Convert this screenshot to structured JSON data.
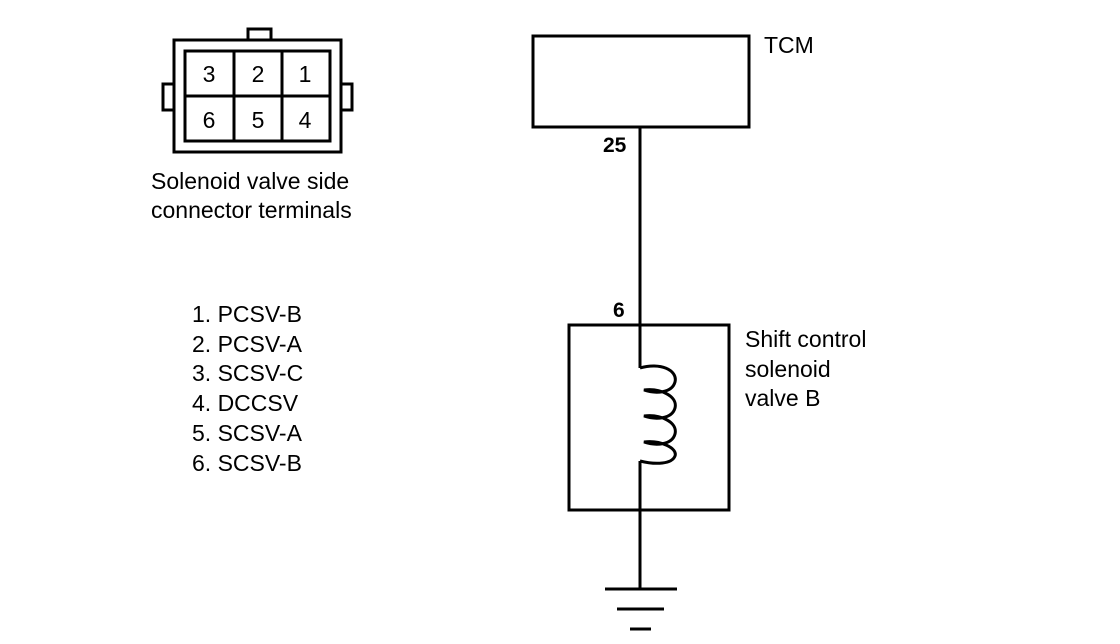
{
  "connector": {
    "pins_top": [
      "3",
      "2",
      "1"
    ],
    "pins_bottom": [
      "6",
      "5",
      "4"
    ],
    "caption_line1": "Solenoid valve side",
    "caption_line2": "connector terminals"
  },
  "legend": [
    "1. PCSV-B",
    "2. PCSV-A",
    "3. SCSV-C",
    "4. DCCSV",
    "5. SCSV-A",
    "6. SCSV-B"
  ],
  "tcm": {
    "label": "TCM",
    "pin": "25"
  },
  "solenoid": {
    "pin": "6",
    "label_line1": "Shift control",
    "label_line2": "solenoid",
    "label_line3": "valve B"
  }
}
